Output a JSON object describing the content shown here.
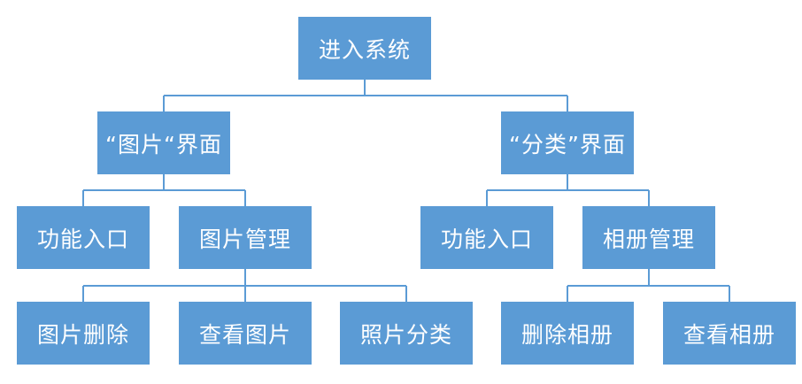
{
  "colors": {
    "node_fill": "#5B9BD5",
    "node_text": "#FFFFFF",
    "connector": "#5B9BD5"
  },
  "nodes": {
    "root": "进入系统",
    "photo_screen": "“图片“界面",
    "category_screen": "“分类”界面",
    "photo_entry": "功能入口",
    "photo_management": "图片管理",
    "category_entry": "功能入口",
    "album_management": "相册管理",
    "delete_photo": "图片删除",
    "view_photo": "查看图片",
    "classify_photo": "照片分类",
    "delete_album": "删除相册",
    "view_album": "查看相册"
  },
  "edges": [
    [
      "root",
      "photo_screen"
    ],
    [
      "root",
      "category_screen"
    ],
    [
      "photo_screen",
      "photo_entry"
    ],
    [
      "photo_screen",
      "photo_management"
    ],
    [
      "category_screen",
      "category_entry"
    ],
    [
      "category_screen",
      "album_management"
    ],
    [
      "photo_management",
      "delete_photo"
    ],
    [
      "photo_management",
      "view_photo"
    ],
    [
      "photo_management",
      "classify_photo"
    ],
    [
      "album_management",
      "delete_album"
    ],
    [
      "album_management",
      "view_album"
    ]
  ]
}
